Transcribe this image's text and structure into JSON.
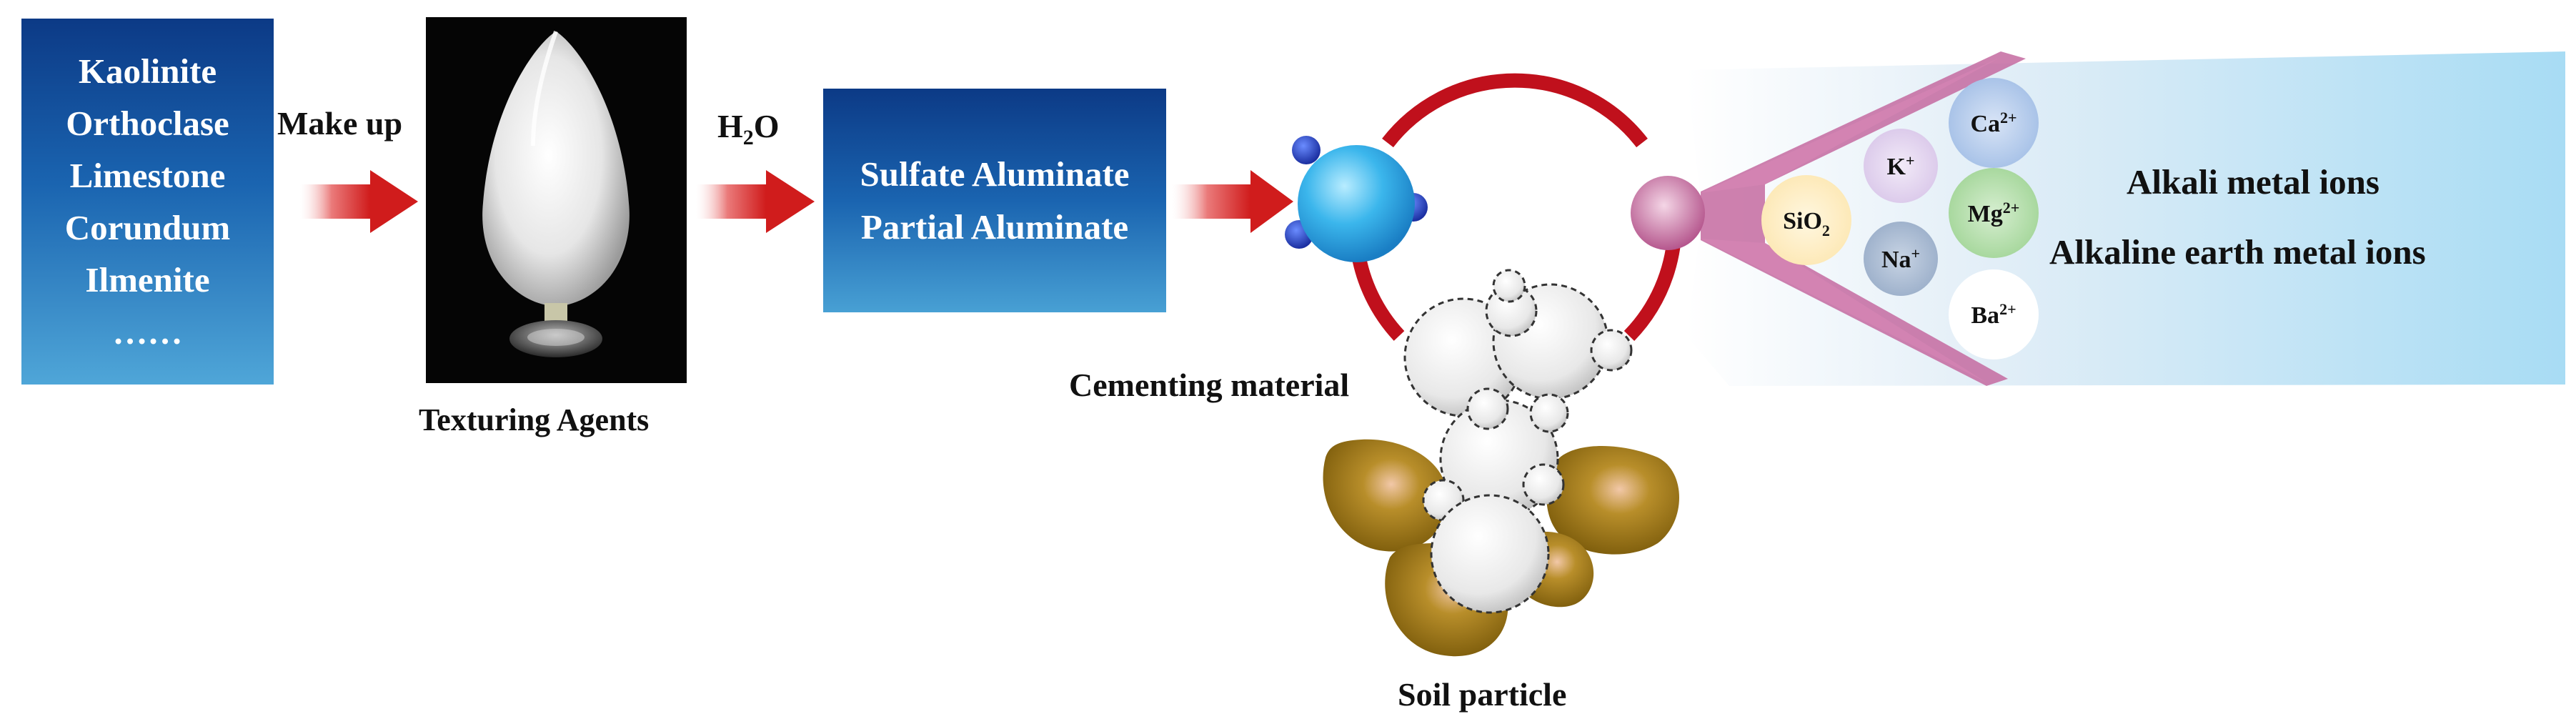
{
  "minerals": [
    "Kaolinite",
    "Orthoclase",
    "Limestone",
    "Corundum",
    "Ilmenite",
    "……"
  ],
  "arrow_labels": {
    "make_up": "Make up",
    "water_base": "H",
    "water_sub": "2",
    "water_tail": "O"
  },
  "texturing_agents_label": "Texturing Agents",
  "aluminate_lines": [
    "Sulfate Aluminate",
    "Partial Aluminate"
  ],
  "cementing_material_label": "Cementing material",
  "soil_particle_label": "Soil particle",
  "ion_labels": {
    "alkali": "Alkali metal ions",
    "alkaline_earth": "Alkaline earth metal ions"
  },
  "ions": {
    "ca": {
      "base": "Ca",
      "sup": "2+"
    },
    "k": {
      "base": "K",
      "sup": "+"
    },
    "mg": {
      "base": "Mg",
      "sup": "2+"
    },
    "sio2": {
      "base": "SiO",
      "sub": "2"
    },
    "na": {
      "base": "Na",
      "sup": "+"
    },
    "ba": {
      "base": "Ba",
      "sup": "2+"
    }
  },
  "colors": {
    "box_blue_dark": "#0c3a86",
    "box_blue_light": "#4fa6d8",
    "arrow_red": "#d01c1c",
    "ring_red": "#c0101c",
    "molecule_cyan": "#3bb6ec",
    "soil_brown": "#8a6a10",
    "fan_pink": "#c46aa0",
    "panel_blue": "#a8dcf4"
  }
}
